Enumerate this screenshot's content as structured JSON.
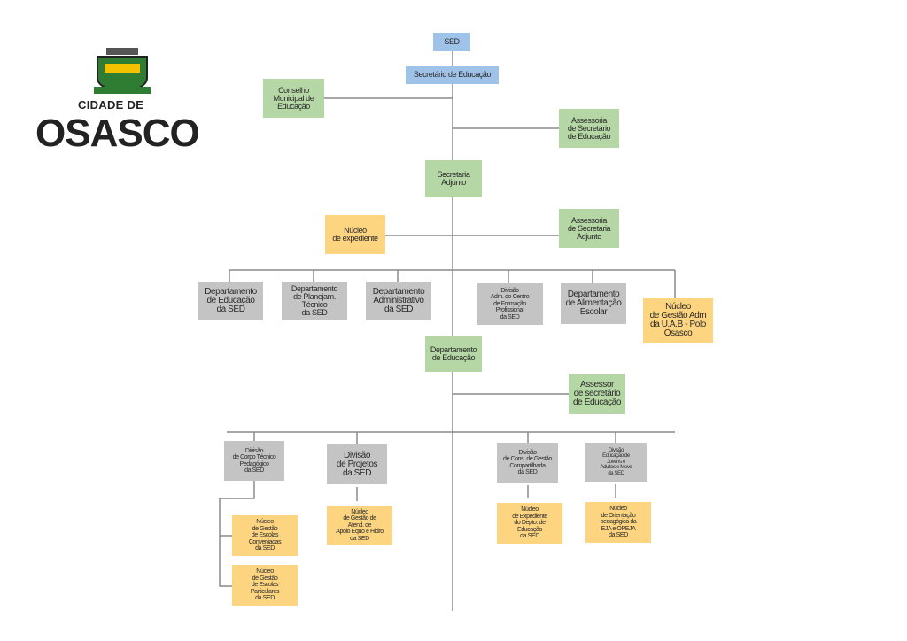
{
  "logo": {
    "prefix": "CIDADE DE",
    "city": "OSASCO"
  },
  "nodes": {
    "sed": "SED",
    "secretario": "Secretário de Educação",
    "conselho": "Conselho\nMunicipal de\nEducação",
    "assessoria_sec": "Assessoria\nde Secretário\nde Educação",
    "secretaria_adjunto": "Secretaria\nAdjunto",
    "nucleo_expediente": "Núcleo\nde expediente",
    "assessoria_adjunto": "Assessoria\nde Secretaria\nAdjunto",
    "dep_educacao_sed": "Departamento\nde Educação\nda SED",
    "dep_planejam": "Departamento\nde Planejam.\nTécnico\nda SED",
    "dep_admin": "Departamento\nAdministrativo\nda SED",
    "div_centro_formacao": "Divisão\nAdm. do Centro\nde Formação\nProfissional\nda SED",
    "dep_alimentacao": "Departamento\nde Alimentação\nEscolar",
    "nucleo_uab": "Núcleo\nde Gestão Adm\nda U.A.B - Polo\nOsasco",
    "dep_educacao": "Departamento\nde Educação",
    "assessor_sec": "Assessor\nde secretário\nde Educação",
    "div_corpo_tecnico": "Divisão\nde Corpo Técnico\nPedagógico\nda SED",
    "div_projetos": "Divisão\nde Projetos\nda SED",
    "div_cons_gestao": "Divisão\nde Cons. de Gestão\nCompartilhada\nda SED",
    "div_eja": "Divisão\nEducação de\nJovens e\nAdultos e Movo\nda SED",
    "nucleo_conveniadas": "Núcleo\nde Gestão\nde Escolas\nConveniadas\nda SED",
    "nucleo_particulares": "Núcleo\nde Gestão\nde Escolas\nParticulares\nda SED",
    "nucleo_atend": "Núcleo\nde Gestão de\nAtend. de\nApoio Equo e Hidro\nda SED",
    "nucleo_expediente_depto": "Núcleo\nde Expediente\ndo Depto. de\nEducação\nda SED",
    "nucleo_orientacao": "Núcleo\nde Orientação\npedagógica da\nEJA e OPEJA\nda SED"
  },
  "colors": {
    "blue": "#9fc2e8",
    "green": "#b5d7a5",
    "grey": "#c4c4c4",
    "yellow": "#fdd480",
    "line": "#8a8a8a"
  }
}
